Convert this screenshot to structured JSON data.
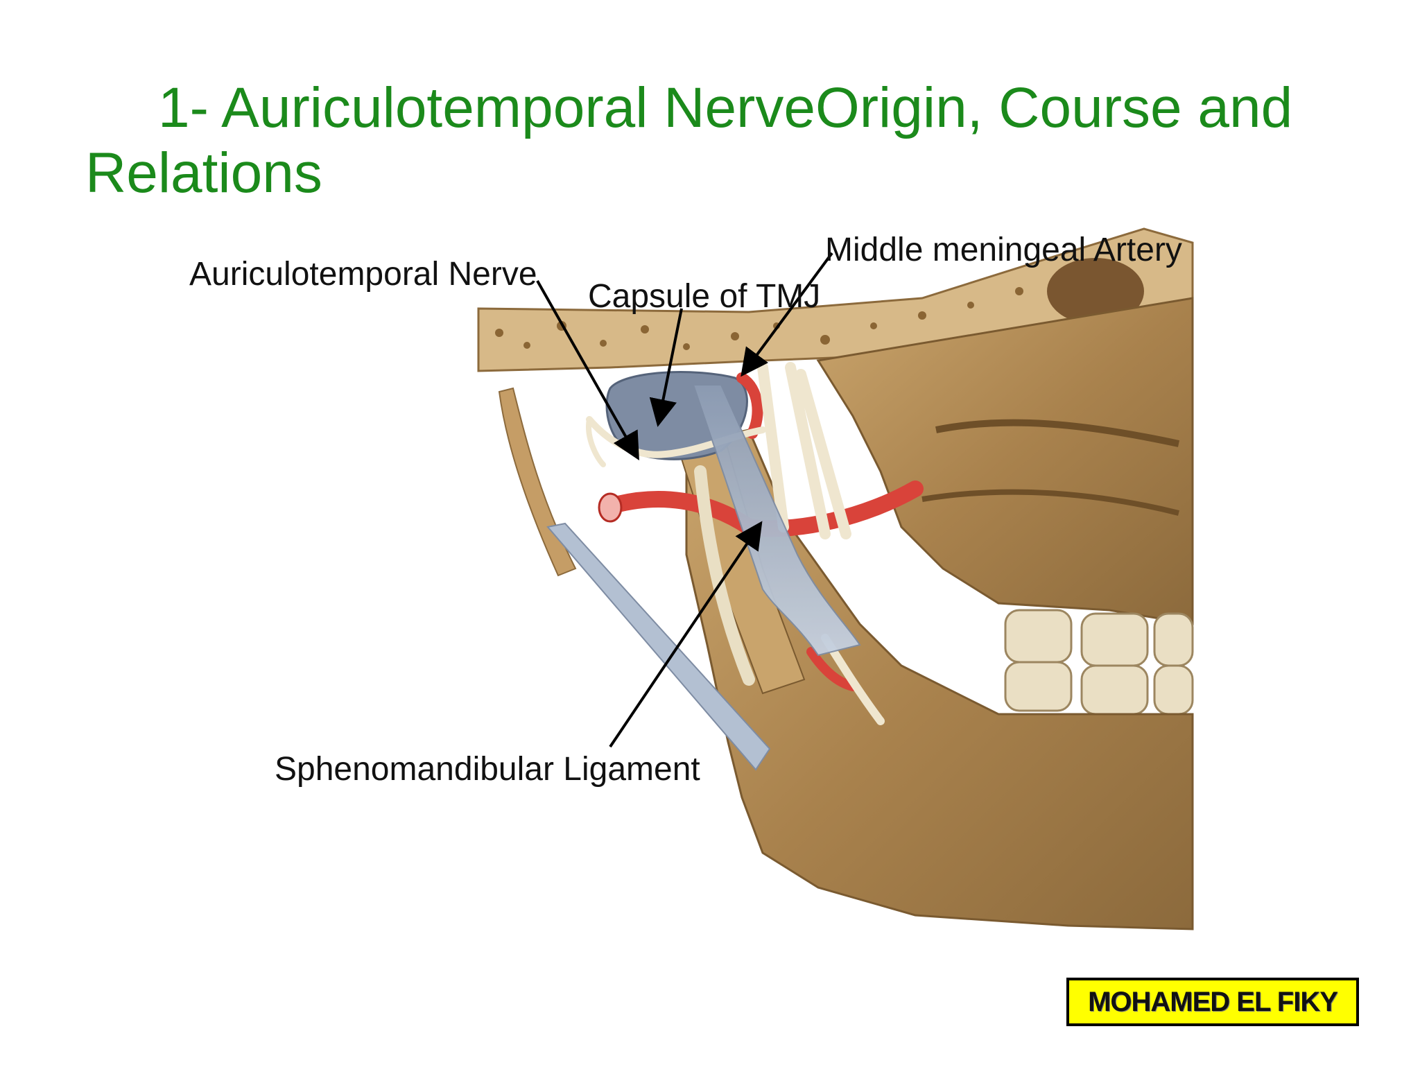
{
  "slide": {
    "title_line1": "1- Auriculotemporal NerveOrigin, Course and",
    "title_line2": "Relations",
    "title_color": "#1b8a1b"
  },
  "labels": {
    "auriculotemporal_nerve": "Auriculotemporal Nerve",
    "capsule_tmj": "Capsule of TMJ",
    "middle_meningeal_artery": "Middle meningeal Artery",
    "sphenomandibular_ligament": "Sphenomandibular Ligament"
  },
  "badge": {
    "text": "MOHAMED EL FIKY",
    "background": "#ffff00"
  },
  "colors": {
    "bone": "#b08a55",
    "artery": "#d9433a",
    "ligament": "#a9b8cc",
    "nerve": "#efe6cf"
  }
}
